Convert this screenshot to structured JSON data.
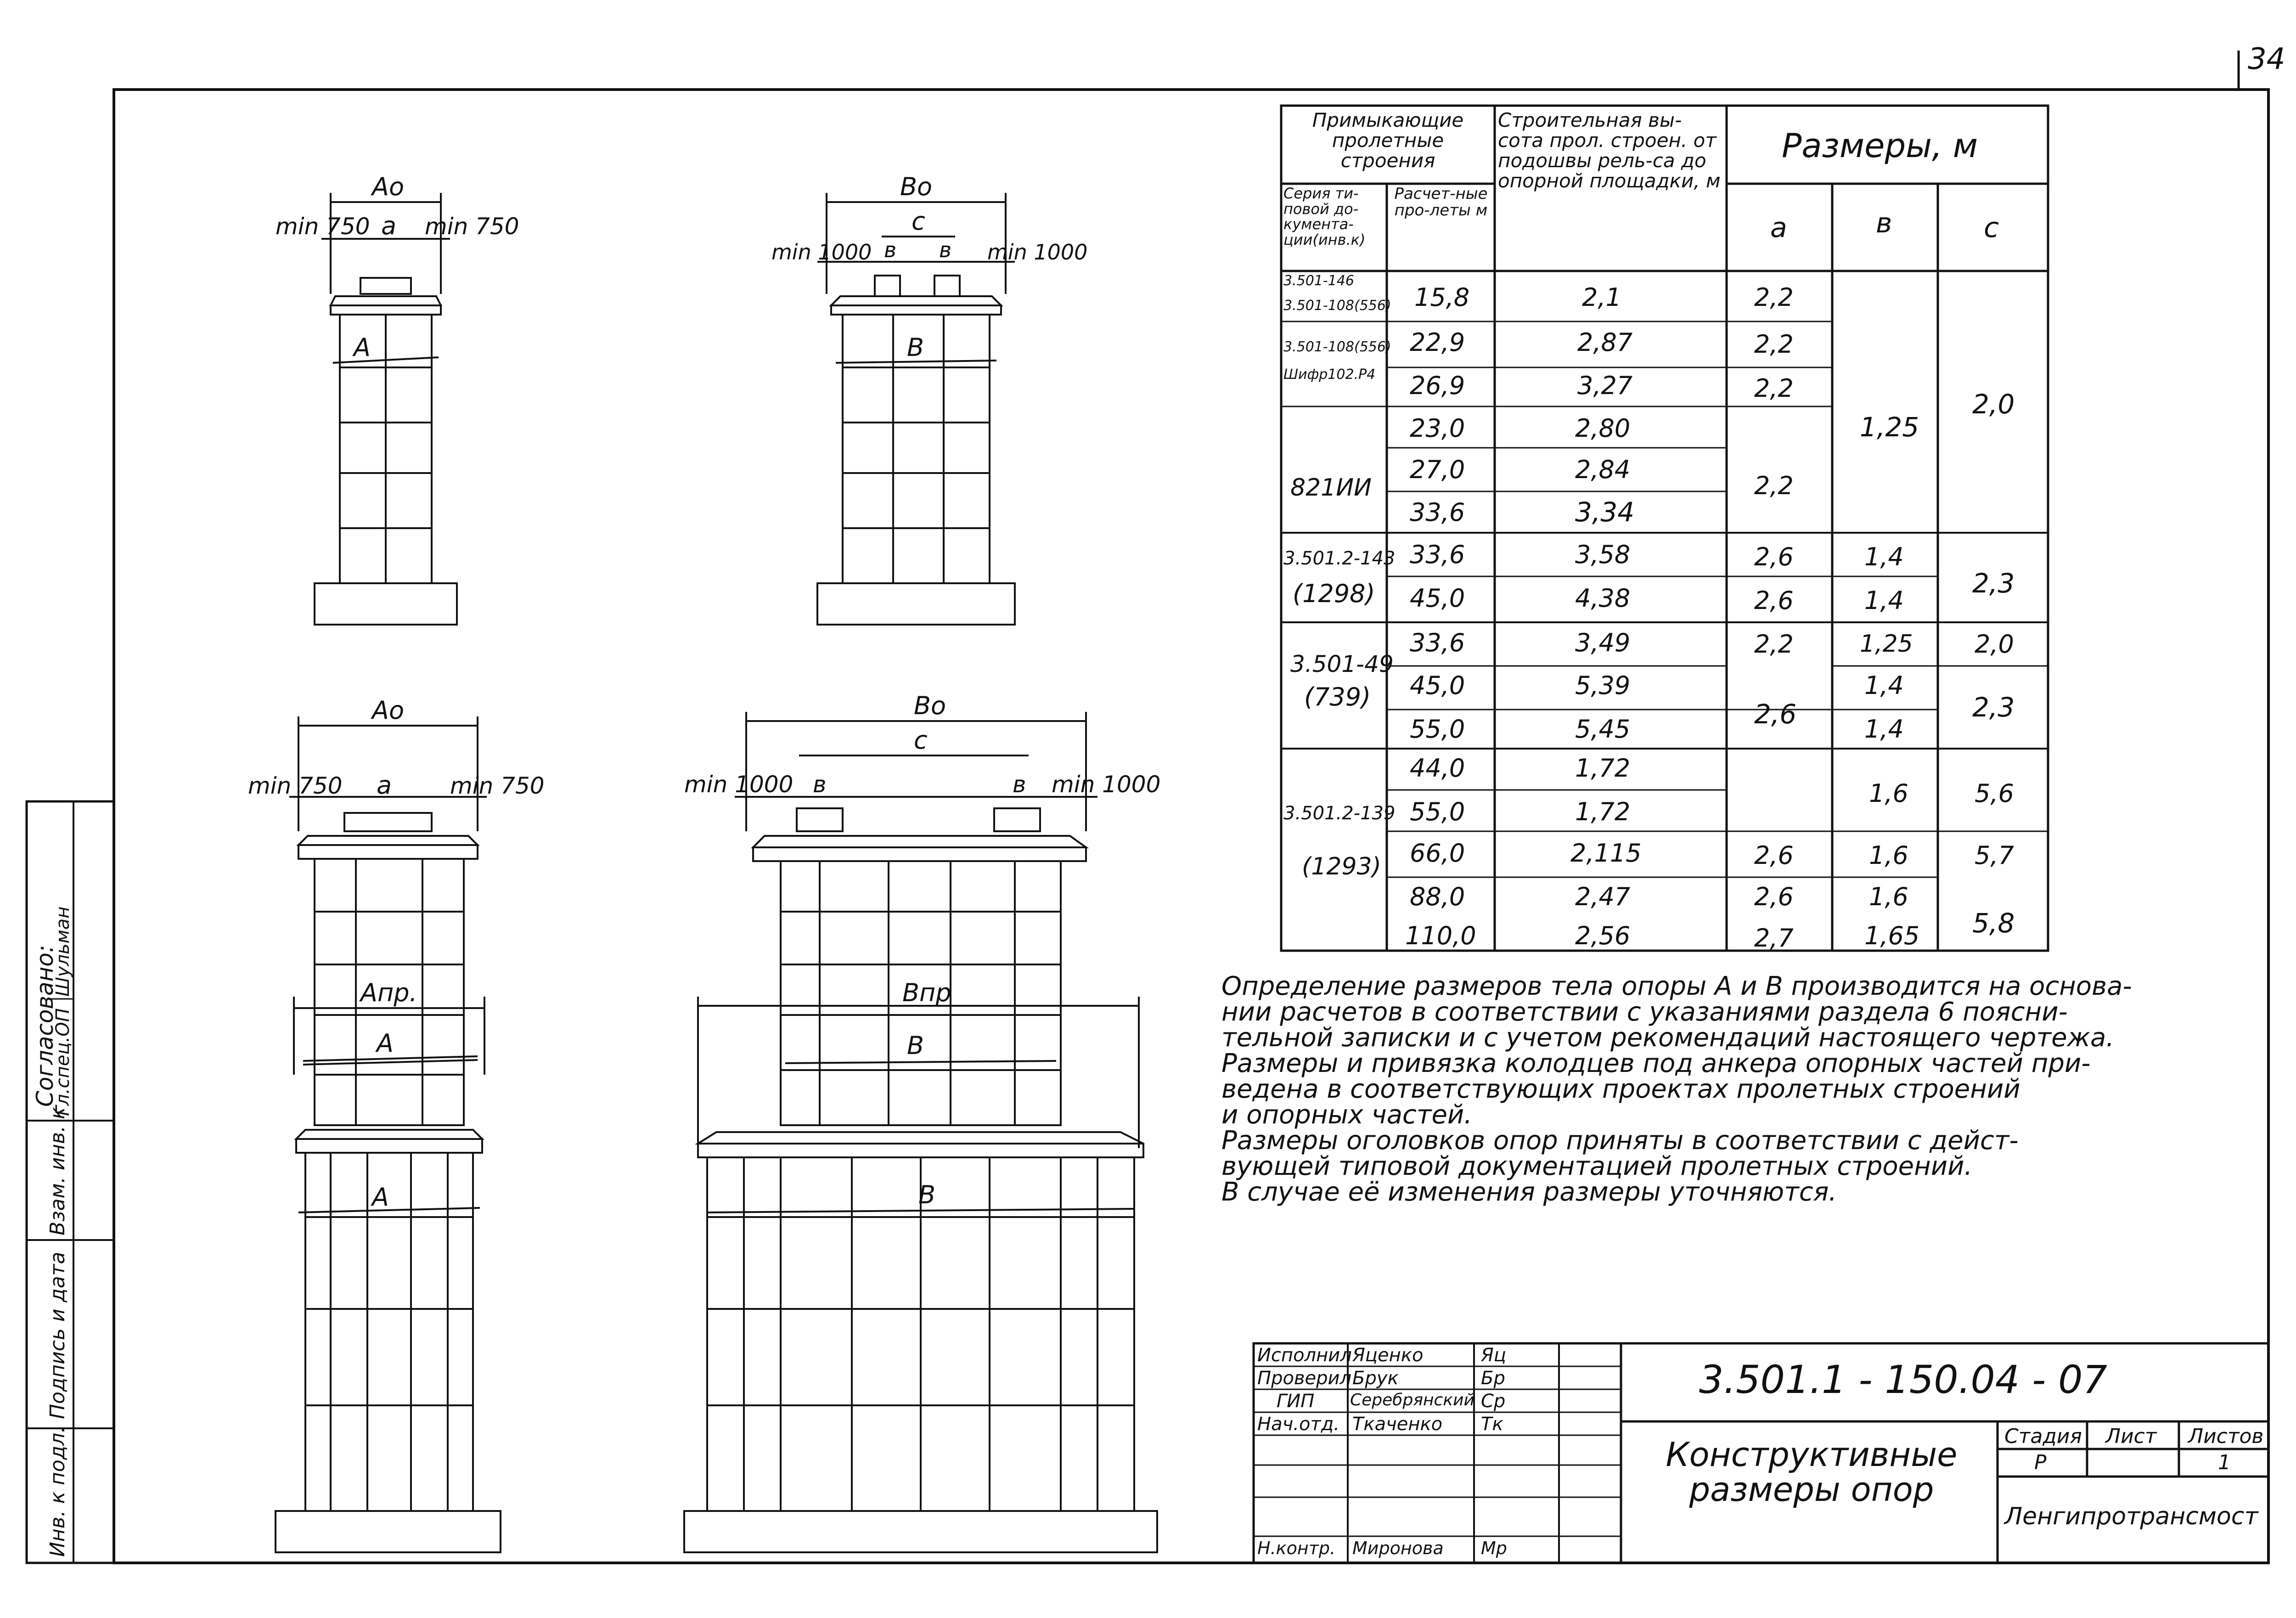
{
  "sheet_number": "34",
  "drawings": {
    "pier_small": {
      "dim_top": "Aо",
      "min_left": "min 750",
      "center": "a",
      "min_right": "min 750",
      "body_label": "A"
    },
    "pier_medium": {
      "dim_top": "Bо",
      "dim_c": "c",
      "min_left": "min 1000",
      "min_right": "min 1000",
      "b_left": "в",
      "b_right": "в",
      "body_label": "B"
    },
    "pier_tall_a": {
      "dim_top": "Aо",
      "min_left": "min 750",
      "center": "a",
      "min_right": "min 750",
      "label_apr": "Aпр.",
      "label_a": "A",
      "label_a_lower": "A"
    },
    "pier_tall_b": {
      "dim_top": "Bо",
      "dim_c": "c",
      "min_left": "min 1000",
      "min_right": "min 1000",
      "b_left": "в",
      "b_right": "в",
      "label_bpr": "Bпр",
      "label_b": "B",
      "label_b_lower": "B"
    }
  },
  "table": {
    "header": {
      "adjacent": "Примыкающие пролетные строения",
      "height": "Строительная вы-сота прол. строен. от подошвы рель-са до опорной площадки, м",
      "sizes": "Размеры, м",
      "series": "Серия ти-повой до-кумента-ции(инв.к)",
      "span": "Расчет-ные про-леты м",
      "col_a": "a",
      "col_b": "в",
      "col_c": "c"
    },
    "series_labels": [
      "3.501-146",
      "3.501-108(556)",
      "3.501-108(556)",
      "Шифр102.Р4",
      "821ИИ",
      "3.501.2-143",
      "(1298)",
      "3.501-49",
      "(739)",
      "3.501.2-139",
      "(1293)"
    ],
    "rows": [
      {
        "span": "15,8",
        "height": "2,1",
        "a": "2,2"
      },
      {
        "span": "22,9",
        "height": "2,87",
        "a": "2,2"
      },
      {
        "span": "26,9",
        "height": "3,27",
        "a": "2,2"
      },
      {
        "span": "23,0",
        "height": "2,80"
      },
      {
        "span": "27,0",
        "height": "2,84",
        "a": "2,2"
      },
      {
        "span": "33,6",
        "height": "3,34"
      },
      {
        "span": "33,6",
        "height": "3,58",
        "a": "2,6",
        "b": "1,4"
      },
      {
        "span": "45,0",
        "height": "4,38",
        "a": "2,6",
        "b": "1,4"
      },
      {
        "span": "33,6",
        "height": "3,49",
        "a": "2,2",
        "b": "1,25",
        "c": "2,0"
      },
      {
        "span": "45,0",
        "height": "5,39",
        "b": "1,4"
      },
      {
        "span": "55,0",
        "height": "5,45",
        "a": "2,6",
        "b": "1,4"
      },
      {
        "span": "44,0",
        "height": "1,72"
      },
      {
        "span": "55,0",
        "height": "1,72",
        "b": "1,6",
        "c": "5,6"
      },
      {
        "span": "66,0",
        "height": "2,115",
        "a": "2,6",
        "b": "1,6",
        "c": "5,7"
      },
      {
        "span": "88,0",
        "height": "2,47",
        "a": "2,6",
        "b": "1,6"
      },
      {
        "span": "110,0",
        "height": "2,56",
        "a": "2,7",
        "b": "1,65"
      }
    ],
    "merged": {
      "b_125": "1,25",
      "c_20": "2,0",
      "c_23a": "2,3",
      "c_23b": "2,3",
      "c_58": "5,8"
    }
  },
  "notes": [
    "Определение размеров тела опоры A и B производится на основа-",
    "нии расчетов в соответствии с указаниями раздела 6 поясни-",
    "тельной записки и с учетом рекомендаций настоящего чертежа.",
    "Размеры и привязка колодцев под анкера опорных частей при-",
    "ведена в соответствующих проектах пролетных строений",
    "и опорных частей.",
    "Размеры оголовков опор приняты в соответствии с дейст-",
    "вующей типовой документацией пролетных строений.",
    "В случае её изменения размеры уточняются."
  ],
  "side_stamp": {
    "agreed": "Согласовано:",
    "dept": "Гл.спец.ОП",
    "name": "Шульман",
    "inv_replace": "Взам. инв. к",
    "sign_date": "Подпись и дата",
    "inv_orig": "Инв. к подл."
  },
  "title_block": {
    "doc_code": "3.501.1 - 150.04 - 07",
    "title": "Конструктивные размеры опор",
    "stage_label": "Стадия",
    "sheet_label": "Лист",
    "sheets_label": "Листов",
    "stage": "Р",
    "sheets": "1",
    "org": "Ленгипротрансмост",
    "staff": [
      {
        "role": "Исполнил",
        "name": "Яценко",
        "sign": "Яц"
      },
      {
        "role": "Проверил",
        "name": "Брук",
        "sign": "Бр"
      },
      {
        "role": "ГИП",
        "name": "Серебрянский",
        "sign": "Ср"
      },
      {
        "role": "Нач.отд.",
        "name": "Ткаченко",
        "sign": "Тк"
      },
      {
        "role": "Н.контр.",
        "name": "Миронова",
        "sign": "Мр"
      }
    ]
  }
}
